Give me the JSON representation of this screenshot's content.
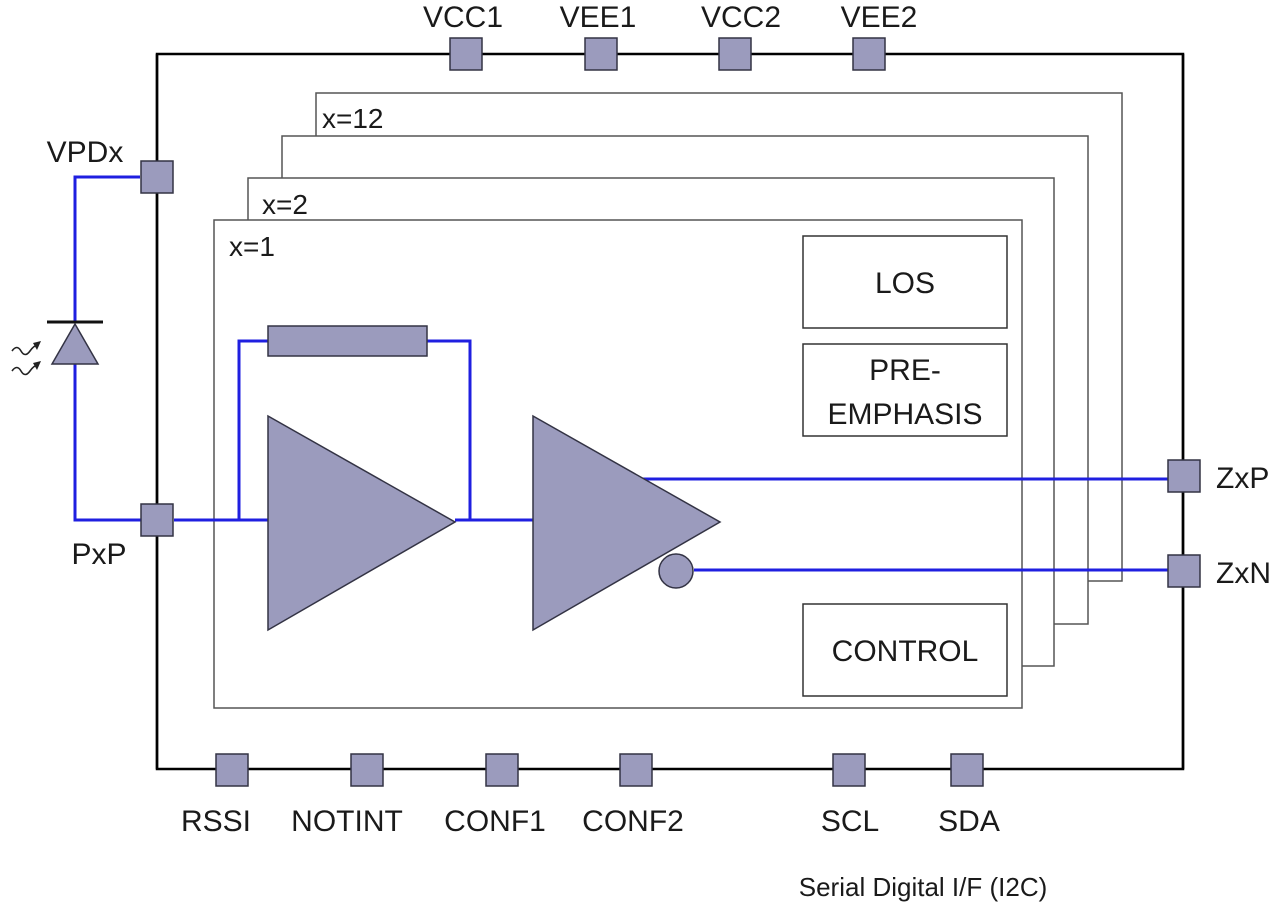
{
  "colors": {
    "pad_fill": "#9b9bbd",
    "pad_stroke": "#333344",
    "wire": "#1f1fe0",
    "outline": "#000000",
    "channel_outline": "#444444"
  },
  "top_pins": [
    "VCC1",
    "VEE1",
    "VCC2",
    "VEE2"
  ],
  "left_pins": {
    "vpd": "VPDx",
    "input": "PxP"
  },
  "right_pins": {
    "pos": "ZxP",
    "neg": "ZxN"
  },
  "bottom_pins": [
    "RSSI",
    "NOTINT",
    "CONF1",
    "CONF2",
    "SCL",
    "SDA"
  ],
  "channels": [
    "x=12",
    "x=2",
    "x=1"
  ],
  "blocks": {
    "los": "LOS",
    "pre_line1": "PRE-",
    "pre_line2": "EMPHASIS",
    "control": "CONTROL"
  },
  "serial_note": "Serial Digital I/F (I2C)",
  "icons": {
    "photodiode": "photodiode-icon",
    "light": "light-arrow-icon",
    "tia": "transimpedance-amplifier-icon",
    "la": "limiting-amplifier-icon",
    "feedback": "feedback-resistor-icon"
  }
}
